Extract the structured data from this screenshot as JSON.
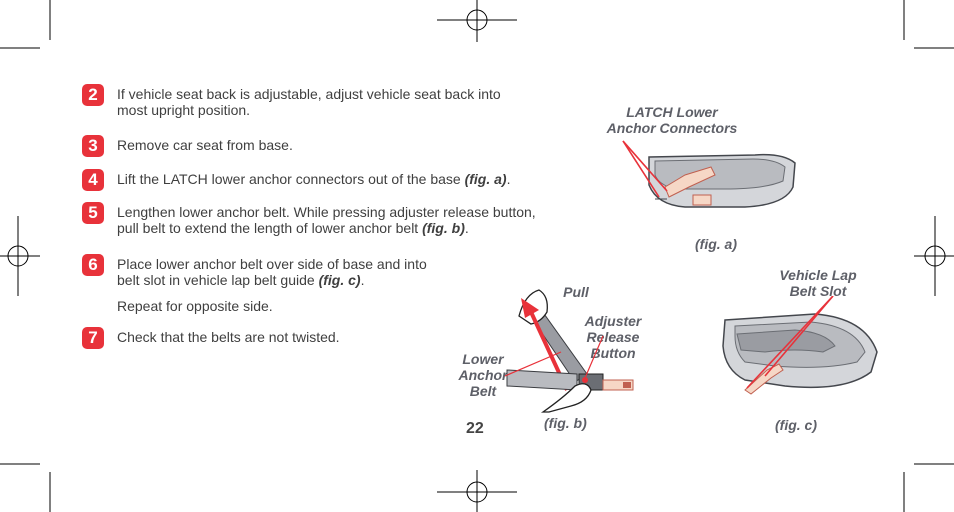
{
  "steps": [
    {
      "num": "2",
      "line1": "If vehicle seat back is adjustable, adjust vehicle seat back into",
      "line2": "most upright position."
    },
    {
      "num": "3",
      "line1": "Remove car seat from base."
    },
    {
      "num": "4",
      "line1": "Lift the LATCH lower anchor connectors out of the base ",
      "ref1": "(fig. a)",
      "tail1": "."
    },
    {
      "num": "5",
      "line1": "Lengthen lower anchor belt. While pressing adjuster release button,",
      "line2": "pull belt to extend the length of lower anchor belt ",
      "ref2": "(fig. b)",
      "tail2": "."
    },
    {
      "num": "6",
      "line1": "Place lower anchor belt over side of base and into",
      "line2": "belt slot in vehicle lap belt guide ",
      "ref2": "(fig. c)",
      "tail2": ".",
      "extra": "Repeat for opposite side."
    },
    {
      "num": "7",
      "line1": "Check that the belts are not twisted."
    }
  ],
  "figures": {
    "a": {
      "caption": "(fig. a)",
      "label_line1": "LATCH Lower",
      "label_line2": "Anchor Connectors"
    },
    "b": {
      "caption": "(fig. b)",
      "pull": "Pull",
      "adjuster_line1": "Adjuster",
      "adjuster_line2": "Release",
      "adjuster_line3": "Button",
      "lower_line1": "Lower",
      "lower_line2": "Anchor",
      "lower_line3": "Belt"
    },
    "c": {
      "caption": "(fig. c)",
      "label_line1": "Vehicle Lap",
      "label_line2": "Belt Slot"
    }
  },
  "page_number": "22",
  "colors": {
    "accent": "#e8323a",
    "label": "#5e6068",
    "text": "#3f3f3f"
  }
}
